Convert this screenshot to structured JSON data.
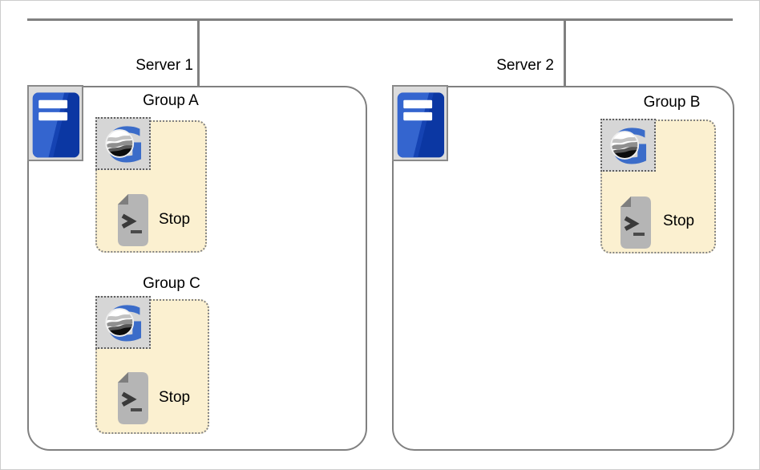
{
  "diagram": {
    "kind": "server-group-deployment-diagram"
  },
  "servers": [
    {
      "label": "Server 1",
      "icon": "server-tower-icon",
      "groups": [
        {
          "label": "Group A",
          "logo_icon": "globe-g-logo-icon",
          "script": {
            "icon": "shell-script-icon",
            "label": "Stop"
          }
        },
        {
          "label": "Group C",
          "logo_icon": "globe-g-logo-icon",
          "script": {
            "icon": "shell-script-icon",
            "label": "Stop"
          }
        }
      ]
    },
    {
      "label": "Server 2",
      "icon": "server-tower-icon",
      "groups": [
        {
          "label": "Group B",
          "logo_icon": "globe-g-logo-icon",
          "script": {
            "icon": "shell-script-icon",
            "label": "Stop"
          }
        }
      ]
    }
  ],
  "colors": {
    "background": "#ffffff",
    "text": "#000000",
    "connector_line": "#808080",
    "server_border": "#808080",
    "server_icon_fill": "#dcdcdc",
    "server_icon_border": "#8a8a8a",
    "group_fill": "#fbf0d0",
    "group_border": "#828282",
    "logo_box_fill": "#d6d6d6",
    "logo_box_border": "#5f5f5f",
    "tower_blue": "#0b37a3",
    "tower_blue_light": "#3465cf",
    "logo_blue": "#3b6cc9",
    "script_body_gray": "#b5b5b5",
    "script_fold_gray": "#7e7e7e"
  }
}
